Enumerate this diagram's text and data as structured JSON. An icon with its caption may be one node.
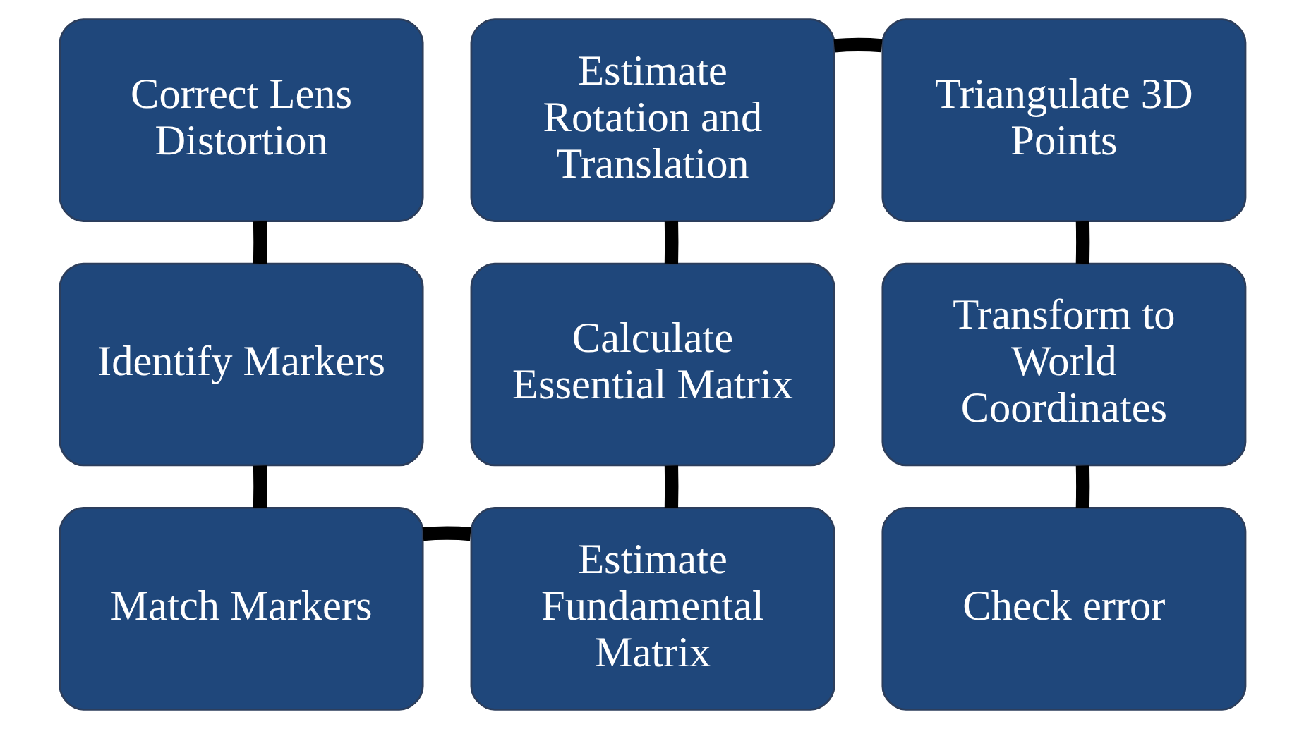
{
  "diagram": {
    "nodes": [
      {
        "text": [
          "Correct Lens Distortion"
        ]
      },
      {
        "text": [
          "Identify Markers"
        ]
      },
      {
        "text": [
          "Match Markers"
        ]
      },
      {
        "text": [
          "Estimate Fundamental Matrix"
        ]
      },
      {
        "text": [
          "Calculate Essential Matrix"
        ]
      },
      {
        "text": [
          "Estimate Rotation and Translation"
        ]
      },
      {
        "text": [
          "Triangulate 3D Points"
        ]
      },
      {
        "text": [
          "Transform to World Coordinates"
        ]
      },
      {
        "text": [
          "Check error"
        ]
      }
    ],
    "edges": [
      {
        "from": 0,
        "to": 1,
        "arrow": "none"
      },
      {
        "from": 1,
        "to": 2,
        "arrow": "none"
      },
      {
        "from": 2,
        "to": 3,
        "arrow": "none"
      },
      {
        "from": 3,
        "to": 4,
        "arrow": "none"
      },
      {
        "from": 4,
        "to": 5,
        "arrow": "none"
      },
      {
        "from": 5,
        "to": 6,
        "arrow": "none"
      },
      {
        "from": 6,
        "to": 7,
        "arrow": "none"
      },
      {
        "from": 7,
        "to": 8,
        "arrow": "none"
      }
    ]
  }
}
